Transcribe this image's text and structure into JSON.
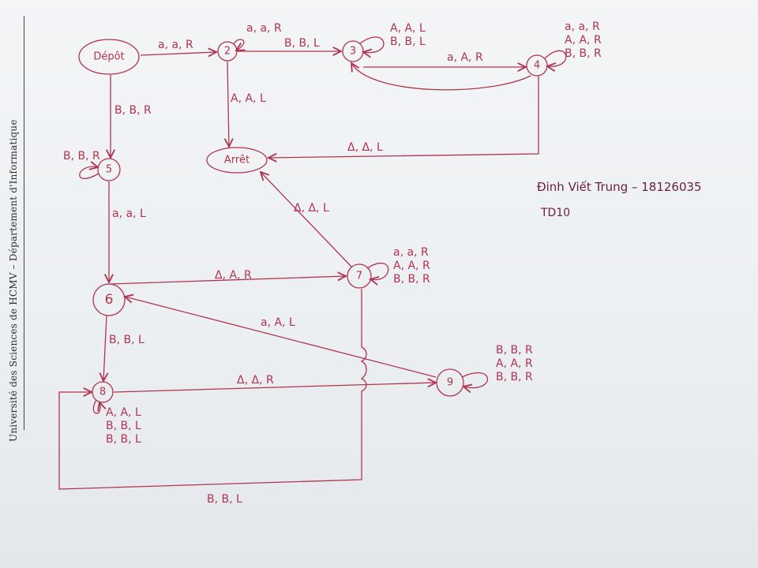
{
  "header": {
    "university": "Université des Sciences de HCMV – Département d'Informatique"
  },
  "states": {
    "depot": "Dépôt",
    "s2": "2",
    "s3": "3",
    "s4": "4",
    "s5": "5",
    "arret": "Arrêt",
    "s6": "6",
    "s7": "7",
    "s8": "8",
    "s9": "9"
  },
  "edges": {
    "depot_2": "a, a, R",
    "s2_s3": "B, B, L",
    "s3_s4": "a, A, R",
    "s2_arret": "A, A, L",
    "s4_arret": "Δ, Δ, L",
    "depot_5": "B, B, R",
    "s5_s6": "a, a, L",
    "s6_s7": "Δ, A, R",
    "s7_arret": "Δ, Δ, L",
    "s9_s6": "a, A, L",
    "s6_s8": "B, B, L",
    "s8_s9": "Δ, Δ, R",
    "s7_s8": "B, B, L"
  },
  "loops": {
    "s2": [
      "a, a, R"
    ],
    "s3": [
      "A, A, L",
      "B, B, L"
    ],
    "s4": [
      "a, a, R",
      "A, A, R",
      "B, B, R"
    ],
    "s5": [
      "B, B, R"
    ],
    "s7": [
      "a, a, R",
      "A, A, R",
      "B, B, R"
    ],
    "s8": [
      "A, A, L",
      "B, B, L",
      "B, B, L"
    ],
    "s9": [
      "B, B, R",
      "A, A, R",
      "B, B, R"
    ]
  },
  "author": {
    "name": "Đinh Viết Trung – 18126035",
    "td": "TD10"
  },
  "colors": {
    "ink": "#b0344f",
    "paper": "#eef1f4"
  }
}
